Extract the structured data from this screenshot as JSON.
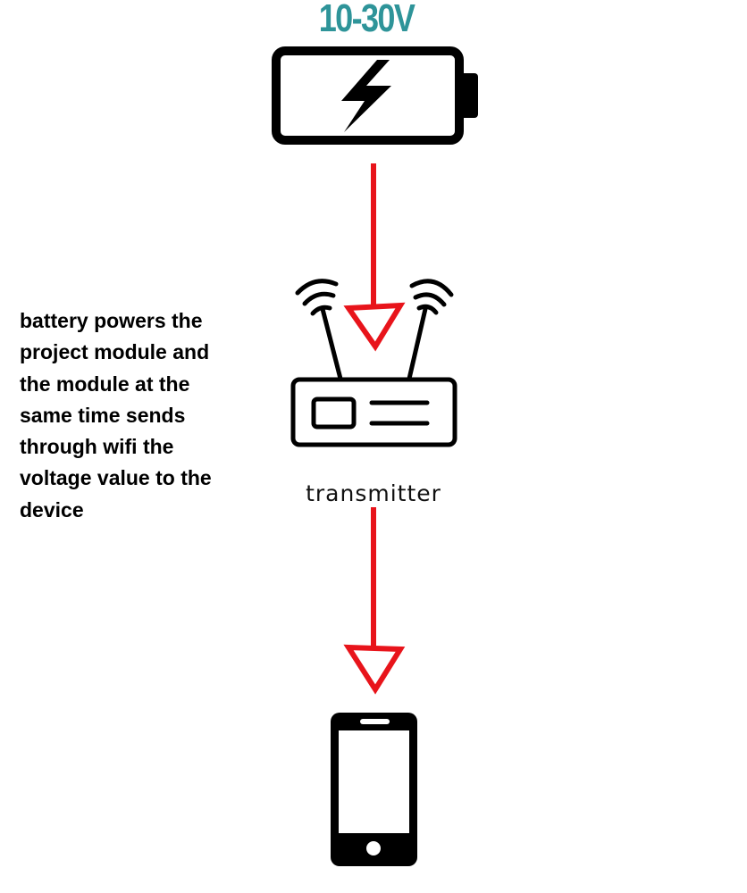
{
  "battery": {
    "voltage_label": "10-30V",
    "icon": "battery-charging-icon"
  },
  "transmitter": {
    "label": "transmitter",
    "icon": "wifi-router-icon"
  },
  "device": {
    "icon": "smartphone-icon"
  },
  "description": "battery powers the\nproject module and\nthe module at the\nsame time sends\nthrough wifi the\nvoltage value to the\ndevice",
  "colors": {
    "voltage_text": "#2e9499",
    "arrow": "#e8141b",
    "icons": "#000000"
  }
}
